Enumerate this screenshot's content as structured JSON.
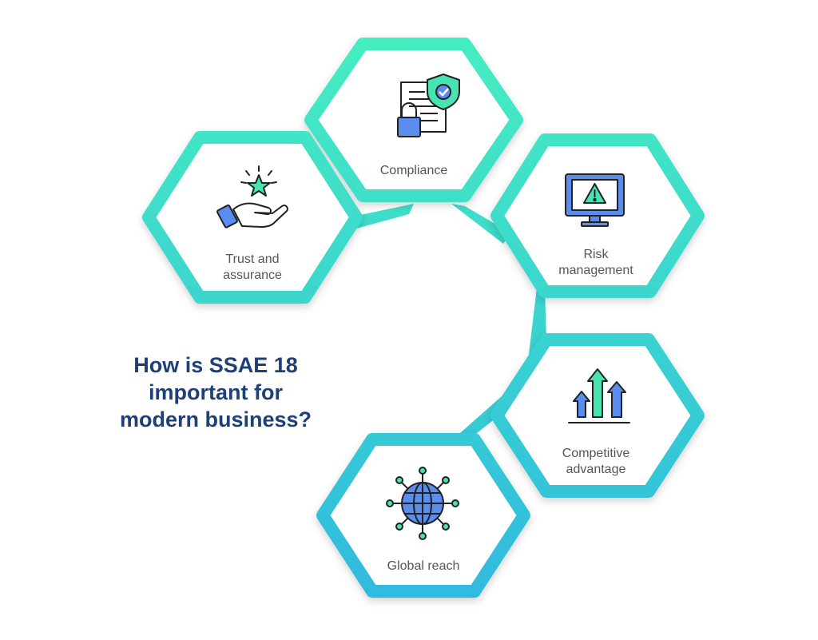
{
  "title": {
    "line1": "How is SSAE 18",
    "line2": "important for",
    "line3": "modern business?"
  },
  "benefits": [
    {
      "line1": "Compliance",
      "line2": "",
      "icon": "document-lock-shield-icon"
    },
    {
      "line1": "Trust and",
      "line2": "assurance",
      "icon": "hand-star-icon"
    },
    {
      "line1": "Risk",
      "line2": "management",
      "icon": "monitor-warning-icon"
    },
    {
      "line1": "Competitive",
      "line2": "advantage",
      "icon": "growth-arrows-icon"
    },
    {
      "line1": "Global reach",
      "line2": "",
      "icon": "globe-network-icon"
    }
  ],
  "colors": {
    "hexagon_top": "#46eec0",
    "hexagon_bottom": "#2fb9df",
    "title": "#1f3f77",
    "icon_blue": "#5b8def",
    "icon_green": "#48e3b3",
    "icon_outline": "#222222"
  }
}
